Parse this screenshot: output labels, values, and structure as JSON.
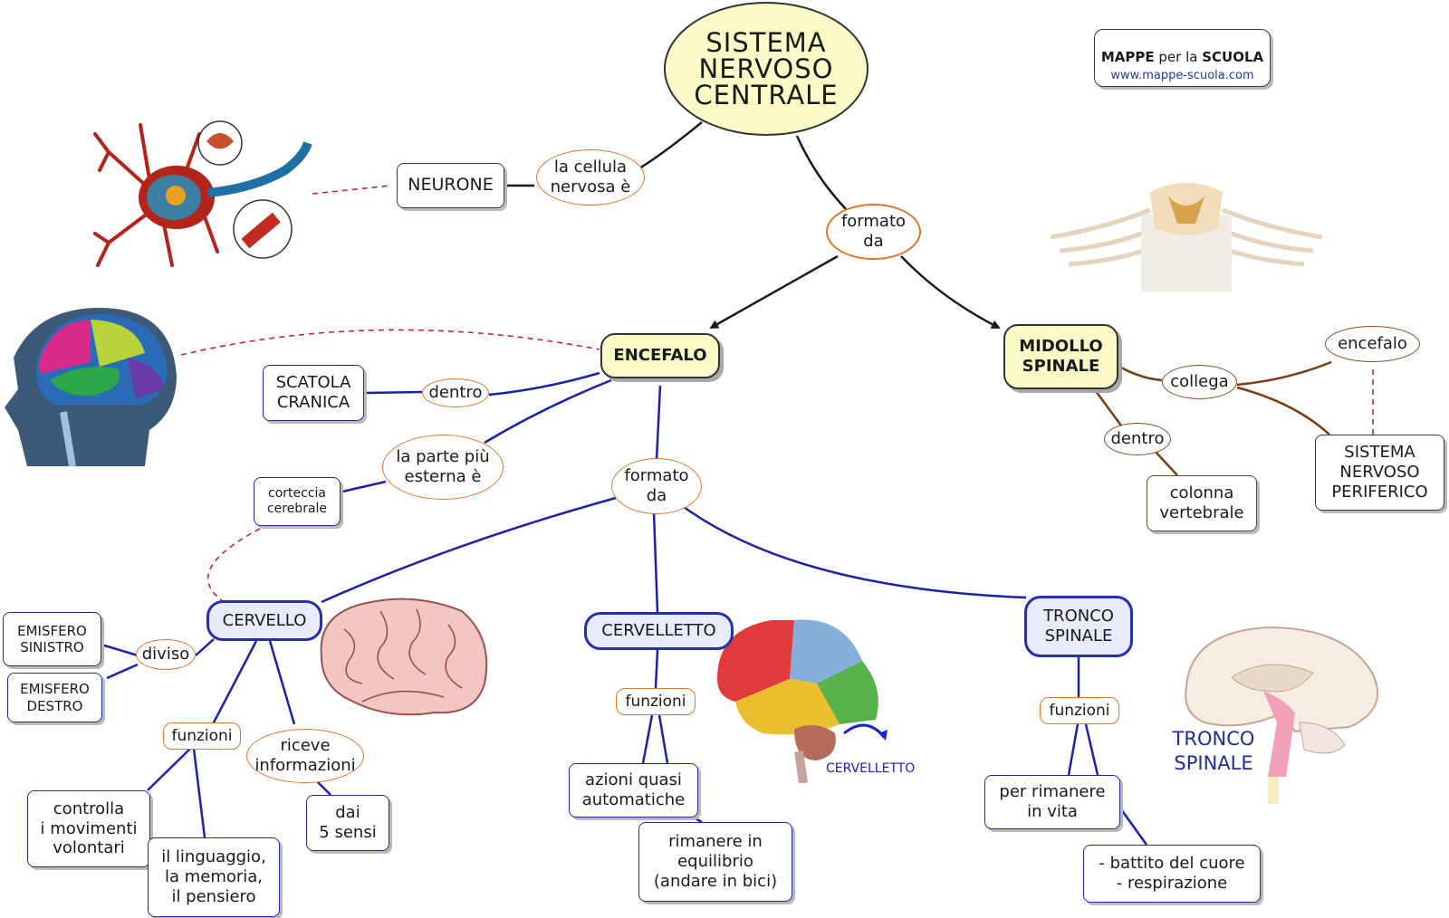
{
  "diagram": {
    "title": "SISTEMA\nNERVOSO\nCENTRALE",
    "brand": {
      "mappe": "MAPPE",
      "per_la": "per la",
      "scuola": "SCUOLA",
      "url": "www.mappe-scuola.com"
    },
    "nodes": {
      "neurone": "NEURONE",
      "cellula_nervosa": "la cellula\nnervosa è",
      "formato_da_top": "formato\nda",
      "encefalo": "ENCEFALO",
      "midollo_spinale": "MIDOLLO\nSPINALE",
      "scatola_cranica": "SCATOLA\nCRANICA",
      "dentro_encefalo": "dentro",
      "parte_esterna": "la parte più\nesterna è",
      "corteccia": "corteccia\ncerebrale",
      "formato_da_mid": "formato\nda",
      "cervello": "CERVELLO",
      "cervelletto": "CERVELLETTO",
      "tronco_spinale": "TRONCO\nSPINALE",
      "emisfero_sinistro": "EMISFERO\nSINISTRO",
      "emisfero_destro": "EMISFERO\nDESTRO",
      "diviso": "diviso",
      "funzioni_cervello": "funzioni",
      "riceve_info": "riceve\ninformazioni",
      "controlla": "controlla\ni movimenti\nvolontari",
      "linguaggio": "il linguaggio,\nla memoria,\nil pensiero",
      "cinque_sensi": "dai\n5 sensi",
      "funzioni_cervelletto": "funzioni",
      "azioni": "azioni quasi\nautomatiche",
      "equilibrio": "rimanere in\nequilibrio\n(andare in bici)",
      "funzioni_tronco": "funzioni",
      "rimanere_vita": "per rimanere\nin vita",
      "battito": "- battito del cuore\n- respirazione",
      "collega": "collega",
      "encefalo_small": "encefalo",
      "snp": "SISTEMA\nNERVOSO\nPERIFERICO",
      "dentro_midollo": "dentro",
      "colonna": "colonna\nvertebrale"
    },
    "image_labels": {
      "cervelletto_caption": "CERVELLETTO",
      "tronco_caption": "TRONCO\nSPINALE"
    }
  },
  "colors": {
    "link_black": "#1a1a1a",
    "link_blue": "#1a22a8",
    "link_brown": "#7a3c12",
    "dashed_red": "#c0282a",
    "yellow_fill": "#fbfbc8",
    "orange": "#e0762a"
  },
  "icons": [
    "neuron-illustration",
    "head-brain-illustration",
    "spinal-cord-illustration",
    "cerebrum-illustration",
    "brain-lobes-illustration",
    "brain-section-illustration"
  ]
}
